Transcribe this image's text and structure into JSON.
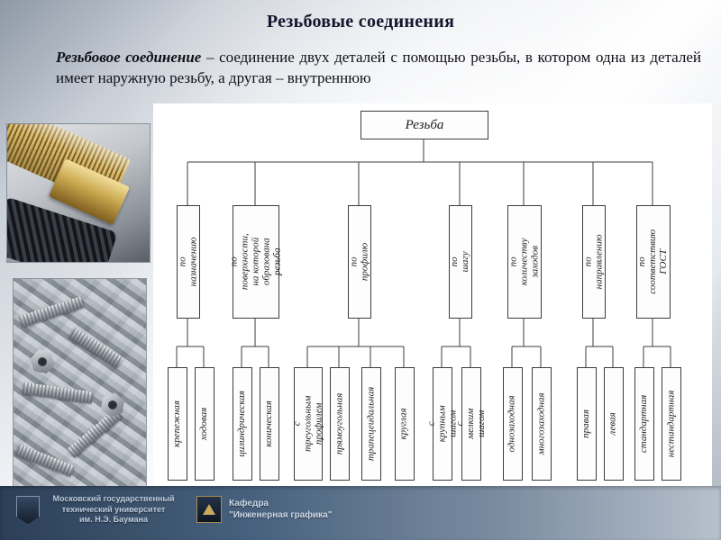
{
  "slide": {
    "title": "Резьбовые соединения",
    "body_lead": "Резьбовое соединение",
    "body_rest": " – соединение двух деталей с помощью резьбы, в котором одна из деталей имеет наружную резьбу, а другая – внутреннюю"
  },
  "diagram": {
    "root": "Резьба",
    "branches": [
      {
        "label": "по назначению",
        "children": [
          "крепежная",
          "ходовая"
        ]
      },
      {
        "label": "по поверхности, на которой образована резьба",
        "children": [
          "цилиндрическая",
          "коническая"
        ]
      },
      {
        "label": "по профилю",
        "children": [
          "с треугольным профилем",
          "прямоугольная",
          "трапецеидальная",
          "круглая"
        ]
      },
      {
        "label": "по шагу",
        "children": [
          "с крупным шагом",
          "с мелким шагом"
        ]
      },
      {
        "label": "по количеству заходов",
        "children": [
          "однозаходная",
          "многозаходная"
        ]
      },
      {
        "label": "по направлению",
        "children": [
          "правая",
          "левая"
        ]
      },
      {
        "label": "по соответствию ГОСТ",
        "children": [
          "стандартная",
          "нестандартная"
        ]
      }
    ]
  },
  "footer": {
    "university_line1": "Московский государственный",
    "university_line2": "технический университет",
    "university_line3": "им. Н.Э. Баумана",
    "department_line1": "Кафедра",
    "department_line2": "\"Инженерная графика\""
  },
  "colors": {
    "footer_bg": "#2c3f57",
    "title_text": "#15152e",
    "diagram_line": "#3c3c3c"
  }
}
